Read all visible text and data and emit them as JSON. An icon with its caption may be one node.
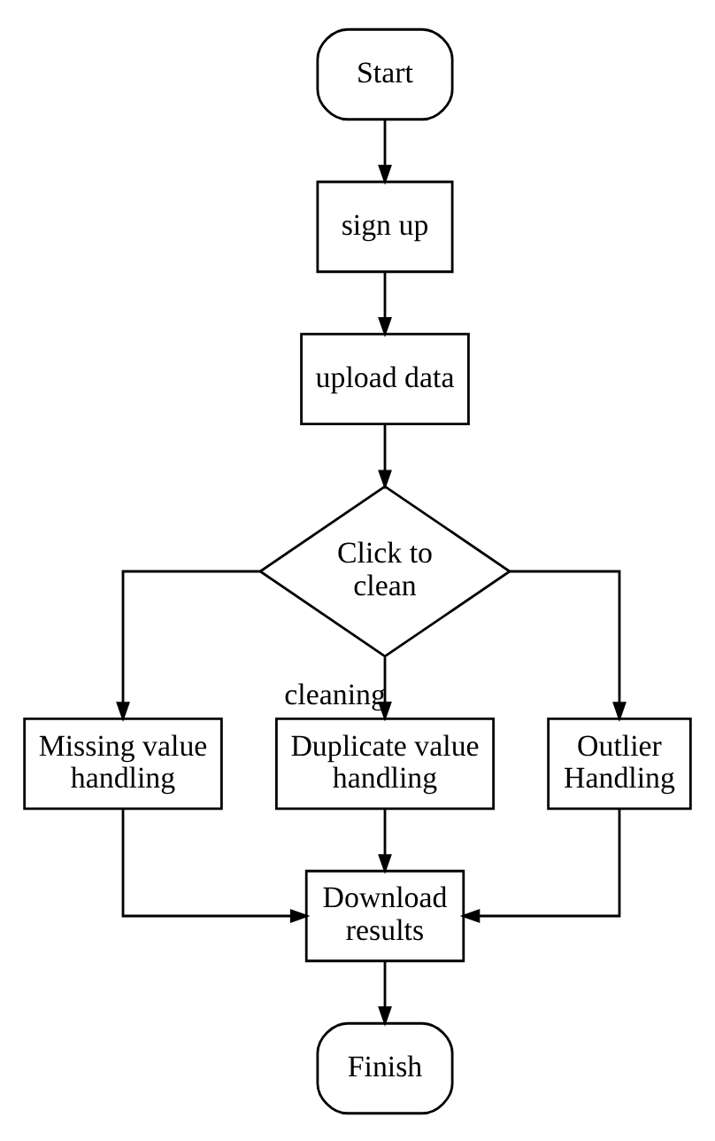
{
  "diagram": {
    "nodes": [
      {
        "text": [
          "Start"
        ]
      },
      {
        "text": [
          "sign up"
        ]
      },
      {
        "text": [
          "upload data"
        ]
      },
      {
        "text": [
          "Click to clean"
        ]
      },
      {
        "text": [
          "Missing value handling"
        ]
      },
      {
        "text": [
          "Duplicate value handling"
        ]
      },
      {
        "text": [
          "Outlier Handling"
        ]
      },
      {
        "text": [
          "Download results"
        ]
      },
      {
        "text": [
          "Finish"
        ]
      }
    ],
    "edges": [
      {
        "from": 0,
        "to": 1,
        "arrow": "to"
      },
      {
        "from": 1,
        "to": 2,
        "arrow": "to"
      },
      {
        "from": 2,
        "to": 3,
        "arrow": "to"
      },
      {
        "from": 3,
        "to": 4,
        "arrow": "to"
      },
      {
        "from": 3,
        "to": 5,
        "arrow": "to",
        "label": "cleaning"
      },
      {
        "from": 3,
        "to": 6,
        "arrow": "to"
      },
      {
        "from": 4,
        "to": 7,
        "arrow": "to"
      },
      {
        "from": 5,
        "to": 7,
        "arrow": "to"
      },
      {
        "from": 6,
        "to": 7,
        "arrow": "to"
      },
      {
        "from": 7,
        "to": 8,
        "arrow": "to"
      }
    ]
  }
}
